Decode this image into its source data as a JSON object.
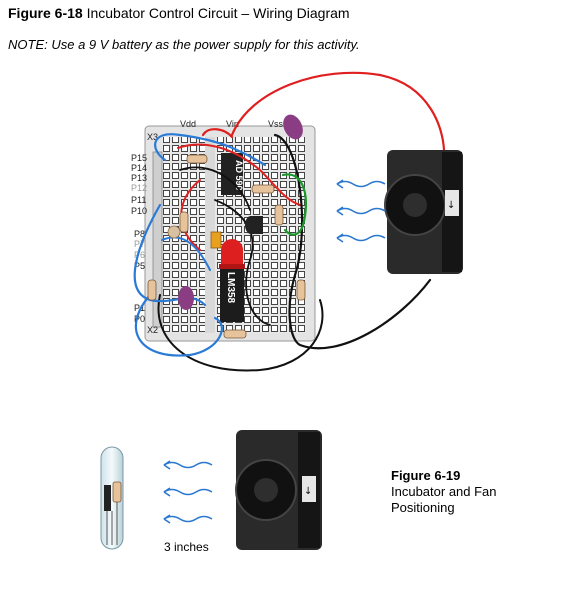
{
  "header": {
    "figure_number": "Figure 6-18",
    "figure_title": "Incubator Control Circuit – Wiring Diagram",
    "note": "NOTE: Use a 9 V battery as the power supply for this activity."
  },
  "board": {
    "power_labels": [
      "Vdd",
      "Vin",
      "Vss"
    ],
    "pin_labels_active": [
      "P15",
      "P14",
      "P13",
      "P11",
      "P10",
      "P8",
      "P5",
      "P1",
      "P0"
    ],
    "pin_labels_dim": [
      "P12",
      "P7",
      "P6"
    ],
    "pin_top_marker": "X3",
    "pin_bottom_marker": "X2",
    "opamp_label": "LM358",
    "regulator_label": "AD 590"
  },
  "caption": {
    "number": "Figure 6-19",
    "text_line1": "Incubator and Fan",
    "text_line2": "Positioning"
  },
  "measurement": "3 inches",
  "colors": {
    "red_wire": "#e02020",
    "blue_wire": "#2a7ad6",
    "black_wire": "#111111",
    "green_wire": "#1a9a2a",
    "airflow": "#2a78d0",
    "led": "#dd1f1f",
    "capacitor": "#8a3d82"
  }
}
